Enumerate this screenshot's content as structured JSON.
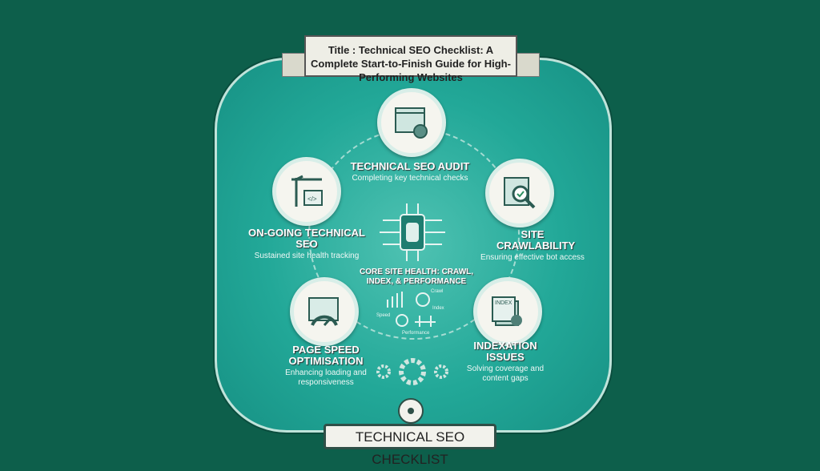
{
  "title": "Title : Technical SEO Checklist: A Complete Start-to-Finish Guide for High-Performing Websites",
  "steps": [
    {
      "heading": "TECHNICAL SEO AUDIT",
      "desc": "Completing key technical checks",
      "icon": "audit-window-gear-icon"
    },
    {
      "heading": "SITE CRAWLABILITY",
      "desc": "Ensuring effective bot access",
      "icon": "magnifier-check-icon"
    },
    {
      "heading": "INDEXATION ISSUES",
      "desc": "Solving coverage and content gaps",
      "icon": "index-pages-icon",
      "icon_text": "INDEX"
    },
    {
      "heading": "PAGE SPEED OPTIMISATION",
      "desc": "Enhancing loading and responsiveness",
      "icon": "speedometer-icon"
    },
    {
      "heading": "ON-GOING TECHNICAL SEO",
      "desc": "Sustained site health tracking",
      "icon": "crane-code-icon"
    }
  ],
  "core": {
    "heading": "CORE SITE HEALTH: CRAWL, INDEX, & PERFORMANCE",
    "labels": {
      "crawl": "Crawl",
      "index": "Index",
      "speed": "Speed",
      "performance": "Performance"
    }
  },
  "footer": "TECHNICAL SEO CHECKLIST",
  "colors": {
    "background": "#0d5f4b",
    "panel": "#22a898",
    "node": "#f5f5ef"
  }
}
